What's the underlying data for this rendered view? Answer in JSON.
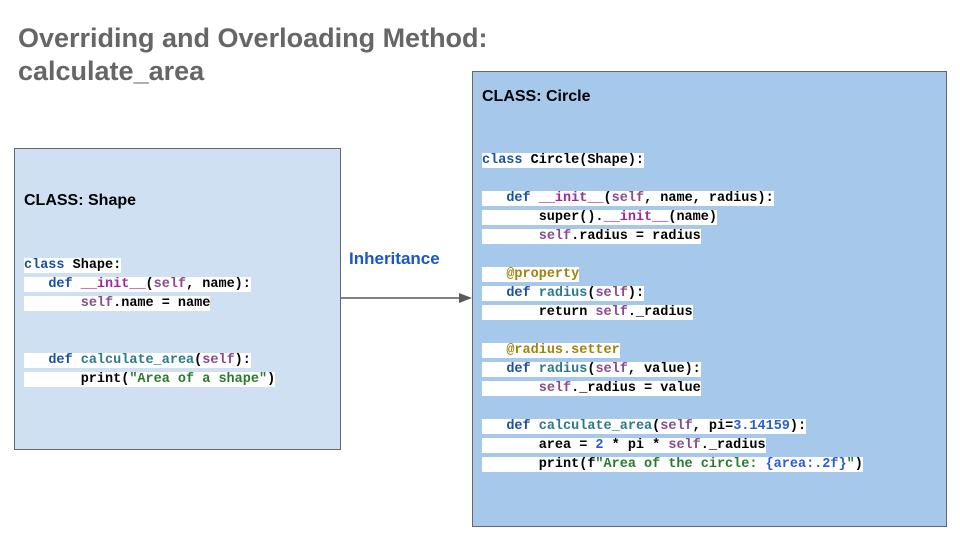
{
  "title": {
    "line1": "Overriding and Overloading Method:",
    "line2": "calculate_area"
  },
  "shape_class": {
    "heading": "CLASS: Shape",
    "code": [
      [
        [
          "kw",
          "class"
        ],
        [
          "txt",
          " Shape:"
        ]
      ],
      [
        [
          "txt",
          "   "
        ],
        [
          "kw",
          "def"
        ],
        [
          "txt",
          " "
        ],
        [
          "dunder",
          "__init__"
        ],
        [
          "txt",
          "("
        ],
        [
          "self",
          "self"
        ],
        [
          "txt",
          ", name):"
        ]
      ],
      [
        [
          "txt",
          "       "
        ],
        [
          "self",
          "self"
        ],
        [
          "txt",
          ".name = name"
        ]
      ],
      [
        [
          "txt",
          ""
        ]
      ],
      [
        [
          "txt",
          ""
        ]
      ],
      [
        [
          "txt",
          "   "
        ],
        [
          "kw",
          "def"
        ],
        [
          "txt",
          " "
        ],
        [
          "fn",
          "calculate_area"
        ],
        [
          "txt",
          "("
        ],
        [
          "self",
          "self"
        ],
        [
          "txt",
          "):"
        ]
      ],
      [
        [
          "txt",
          "       print("
        ],
        [
          "str",
          "\"Area of a shape\""
        ],
        [
          "txt",
          ")"
        ]
      ]
    ]
  },
  "circle_class": {
    "heading": "CLASS: Circle",
    "code": [
      [
        [
          "kw",
          "class"
        ],
        [
          "txt",
          " Circle(Shape):"
        ]
      ],
      [
        [
          "txt",
          ""
        ]
      ],
      [
        [
          "txt",
          "   "
        ],
        [
          "kw",
          "def"
        ],
        [
          "txt",
          " "
        ],
        [
          "dunder",
          "__init__"
        ],
        [
          "txt",
          "("
        ],
        [
          "self",
          "self"
        ],
        [
          "txt",
          ", name, radius):"
        ]
      ],
      [
        [
          "txt",
          "       super()."
        ],
        [
          "dunder",
          "__init__"
        ],
        [
          "txt",
          "(name)"
        ]
      ],
      [
        [
          "txt",
          "       "
        ],
        [
          "self",
          "self"
        ],
        [
          "txt",
          ".radius = radius"
        ]
      ],
      [
        [
          "txt",
          ""
        ]
      ],
      [
        [
          "txt",
          "   "
        ],
        [
          "dec",
          "@property"
        ]
      ],
      [
        [
          "txt",
          "   "
        ],
        [
          "kw",
          "def"
        ],
        [
          "txt",
          " "
        ],
        [
          "fn",
          "radius"
        ],
        [
          "txt",
          "("
        ],
        [
          "self",
          "self"
        ],
        [
          "txt",
          "):"
        ]
      ],
      [
        [
          "txt",
          "       return "
        ],
        [
          "self",
          "self"
        ],
        [
          "txt",
          "._radius"
        ]
      ],
      [
        [
          "txt",
          ""
        ]
      ],
      [
        [
          "txt",
          "   "
        ],
        [
          "dec",
          "@radius.setter"
        ]
      ],
      [
        [
          "txt",
          "   "
        ],
        [
          "kw",
          "def"
        ],
        [
          "txt",
          " "
        ],
        [
          "fn",
          "radius"
        ],
        [
          "txt",
          "("
        ],
        [
          "self",
          "self"
        ],
        [
          "txt",
          ", value):"
        ]
      ],
      [
        [
          "txt",
          "       "
        ],
        [
          "self",
          "self"
        ],
        [
          "txt",
          "._radius = value"
        ]
      ],
      [
        [
          "txt",
          ""
        ]
      ],
      [
        [
          "txt",
          "   "
        ],
        [
          "kw",
          "def"
        ],
        [
          "txt",
          " "
        ],
        [
          "fn",
          "calculate_area"
        ],
        [
          "txt",
          "("
        ],
        [
          "self",
          "self"
        ],
        [
          "txt",
          ", pi="
        ],
        [
          "num",
          "3.14159"
        ],
        [
          "txt",
          "):"
        ]
      ],
      [
        [
          "txt",
          "       area = "
        ],
        [
          "num",
          "2"
        ],
        [
          "txt",
          " * pi * "
        ],
        [
          "self",
          "self"
        ],
        [
          "txt",
          "._radius"
        ]
      ],
      [
        [
          "txt",
          "       print(f"
        ],
        [
          "str",
          "\"Area of the circle: "
        ],
        [
          "num",
          "{area:.2f}"
        ],
        [
          "str",
          "\""
        ],
        [
          "txt",
          ")"
        ]
      ]
    ]
  },
  "arrow": {
    "label": "Inheritance"
  },
  "colors": {
    "title": "#666666",
    "shape_box": "#cfe0f3",
    "circle_box": "#a6c8ea",
    "arrow_label": "#1a56c7",
    "keyword": "#1a4fa1",
    "string": "#2a7a2a",
    "decorator": "#a0820a"
  }
}
